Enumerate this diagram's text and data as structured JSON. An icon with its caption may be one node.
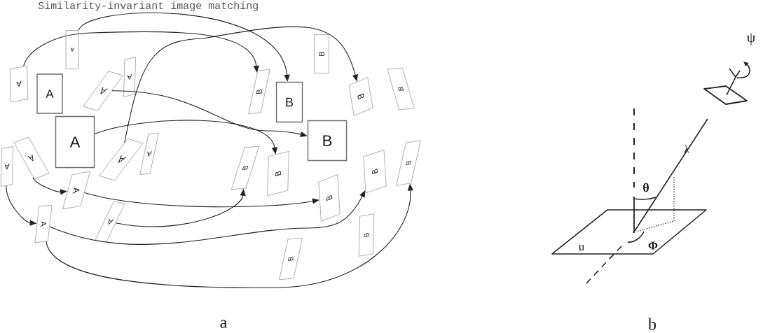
{
  "diagram": {
    "nodes": [
      {
        "text": [
          "A"
        ]
      },
      {
        "text": [
          "A"
        ]
      },
      {
        "text": [
          "A"
        ]
      },
      {
        "text": [
          "A"
        ]
      },
      {
        "text": [
          "A"
        ]
      },
      {
        "text": [
          "A"
        ]
      },
      {
        "text": [
          "A"
        ]
      },
      {
        "text": [
          "A"
        ]
      },
      {
        "text": [
          "A"
        ]
      },
      {
        "text": [
          "A"
        ]
      },
      {
        "text": [
          "A"
        ]
      },
      {
        "text": [
          "A"
        ]
      },
      {
        "text": [
          "A"
        ]
      },
      {
        "text": [
          "B"
        ]
      },
      {
        "text": [
          "B"
        ]
      },
      {
        "text": [
          "B"
        ]
      },
      {
        "text": [
          "B"
        ]
      },
      {
        "text": [
          "B"
        ]
      },
      {
        "text": [
          "B"
        ]
      },
      {
        "text": [
          "B"
        ]
      },
      {
        "text": [
          "B"
        ]
      },
      {
        "text": [
          "B"
        ]
      },
      {
        "text": [
          "B"
        ]
      },
      {
        "text": [
          "B"
        ]
      },
      {
        "text": [
          "B"
        ]
      },
      {
        "text": [
          "B"
        ]
      }
    ],
    "edges": [
      {
        "from": 1,
        "to": 14,
        "arrow": "to"
      },
      {
        "from": 0,
        "to": 15,
        "arrow": "to"
      },
      {
        "from": 8,
        "to": 16,
        "arrow": "to"
      },
      {
        "from": 3,
        "to": 18,
        "arrow": "to"
      },
      {
        "from": 5,
        "to": 20,
        "arrow": "to"
      },
      {
        "from": 6,
        "to": 10,
        "arrow": "to"
      },
      {
        "from": 10,
        "to": 23,
        "arrow": "to"
      },
      {
        "from": 7,
        "to": 11,
        "arrow": "to"
      },
      {
        "from": 11,
        "to": 22,
        "arrow": "to"
      },
      {
        "from": 12,
        "to": 19,
        "arrow": "to"
      },
      {
        "from": 11,
        "to": 21,
        "arrow": "to"
      }
    ],
    "labels": [
      "Similarity-invariant image matching",
      "ψ",
      "λ",
      "θ",
      "u",
      "Φ",
      "a",
      "b"
    ]
  }
}
